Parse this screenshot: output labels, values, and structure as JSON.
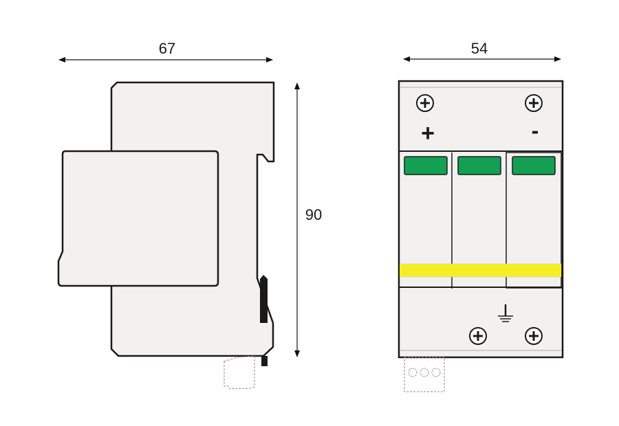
{
  "dimensions": {
    "side_width": "67",
    "front_width": "54",
    "height": "90"
  },
  "front_view": {
    "top_left_terminal_label": "+",
    "top_right_terminal_label": "-",
    "indicator_color": "#14a052",
    "band_color": "#f5ee24",
    "body_color": "#f2f1f0",
    "icons": [
      "screw-terminal-icon",
      "ground-icon"
    ]
  }
}
